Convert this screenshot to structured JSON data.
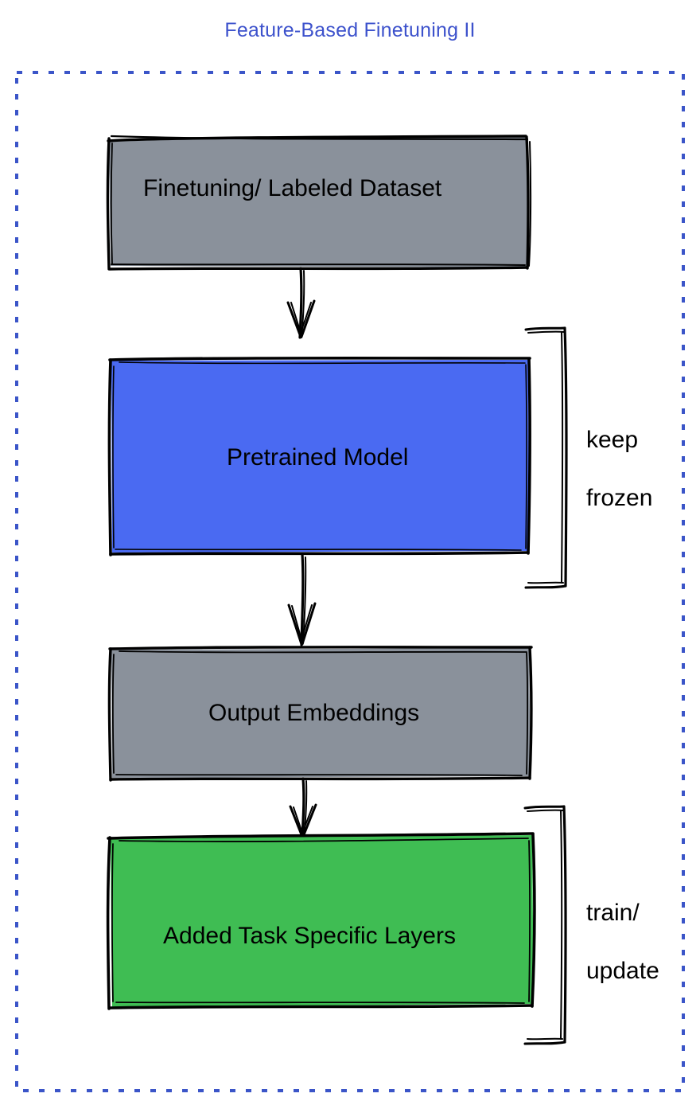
{
  "title": "Feature-Based Finetuning II",
  "colors": {
    "title": "#3d52cc",
    "dashed_border": "#3b55c8",
    "gray_box": "#8a919b",
    "blue_box": "#4a6af2",
    "green_box": "#3fbd53",
    "stroke": "#000000",
    "background": "#ffffff"
  },
  "nodes": [
    {
      "id": "finetuning-dataset",
      "label": "Finetuning/ Labeled Dataset",
      "fill": "#8a919b"
    },
    {
      "id": "pretrained-model",
      "label": "Pretrained Model",
      "fill": "#4a6af2"
    },
    {
      "id": "output-embeddings",
      "label": "Output Embeddings",
      "fill": "#8a919b"
    },
    {
      "id": "added-task-specific-layers",
      "label": "Added Task Specific Layers",
      "fill": "#3fbd53"
    }
  ],
  "brackets": [
    {
      "id": "keep-frozen",
      "line1": "keep",
      "line2": "frozen",
      "target": "pretrained-model"
    },
    {
      "id": "train-update",
      "line1": "train/",
      "line2": "update",
      "target": "added-task-specific-layers"
    }
  ],
  "edges": [
    {
      "from": "finetuning-dataset",
      "to": "pretrained-model"
    },
    {
      "from": "pretrained-model",
      "to": "output-embeddings"
    },
    {
      "from": "output-embeddings",
      "to": "added-task-specific-layers"
    }
  ]
}
